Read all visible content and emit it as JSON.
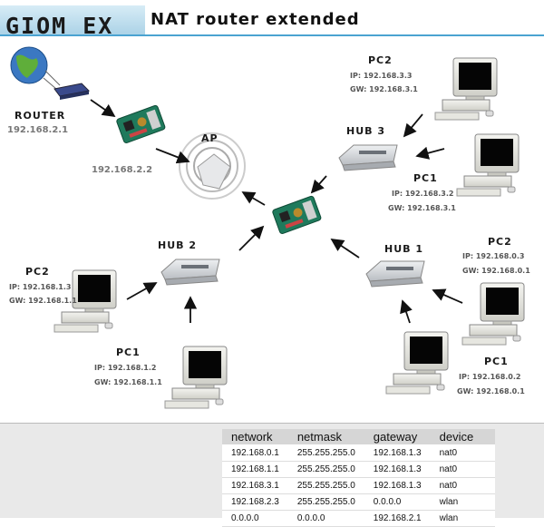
{
  "header": {
    "logo": "GIOM EX",
    "subtitle": "NAT router extended"
  },
  "nodes": {
    "router": {
      "label": "ROUTER",
      "ip": "192.168.2.1"
    },
    "ap": {
      "label": "AP",
      "ip": "192.168.2.2"
    },
    "hub1": {
      "label": "HUB 1"
    },
    "hub2": {
      "label": "HUB 2"
    },
    "hub3": {
      "label": "HUB 3"
    },
    "hub3_pc2": {
      "label": "PC2",
      "ip": "IP: 192.168.3.3",
      "gw": "GW: 192.168.3.1"
    },
    "hub3_pc1": {
      "label": "PC1",
      "ip": "IP: 192.168.3.2",
      "gw": "GW: 192.168.3.1"
    },
    "hub2_pc2": {
      "label": "PC2",
      "ip": "IP: 192.168.1.3",
      "gw": "GW: 192.168.1.1"
    },
    "hub2_pc1": {
      "label": "PC1",
      "ip": "IP: 192.168.1.2",
      "gw": "GW: 192.168.1.1"
    },
    "hub1_pc2": {
      "label": "PC2",
      "ip": "IP: 192.168.0.3",
      "gw": "GW: 192.168.0.1"
    },
    "hub1_pc1": {
      "label": "PC1",
      "ip": "IP: 192.168.0.2",
      "gw": "GW: 192.168.0.1"
    }
  },
  "routes": {
    "headers": [
      "network",
      "netmask",
      "gateway",
      "device"
    ],
    "rows": [
      [
        "192.168.0.1",
        "255.255.255.0",
        "192.168.1.3",
        "nat0"
      ],
      [
        "192.168.1.1",
        "255.255.255.0",
        "192.168.1.3",
        "nat0"
      ],
      [
        "192.168.3.1",
        "255.255.255.0",
        "192.168.1.3",
        "nat0"
      ],
      [
        "192.168.2.3",
        "255.255.255.0",
        "0.0.0.0",
        "wlan"
      ],
      [
        "0.0.0.0",
        "0.0.0.0",
        "192.168.2.1",
        "wlan"
      ]
    ]
  },
  "colors": {
    "accent": "#4aa3d1",
    "board": "#1f7a5c",
    "hub": "#cfd2d6",
    "modem": "#3a4a8c"
  }
}
